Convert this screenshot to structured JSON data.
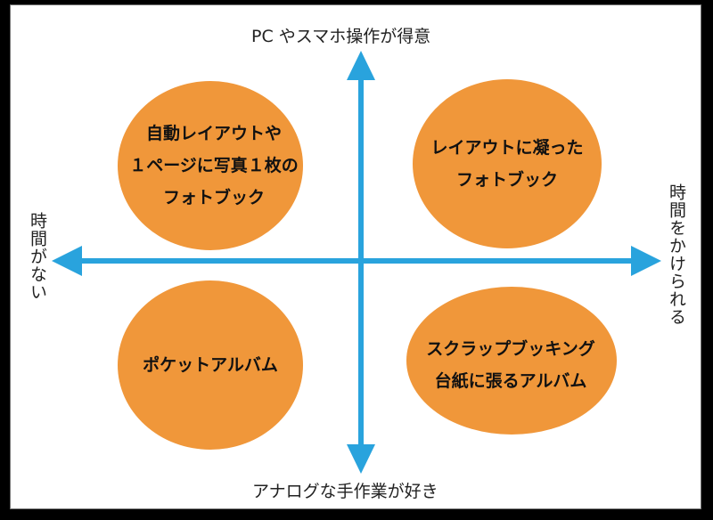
{
  "axes": {
    "top": "PC やスマホ操作が得意",
    "bottom": "アナログな手作業が好き",
    "left": "時間がない",
    "right": "時間をかけられる"
  },
  "quadrants": {
    "top_left": [
      "自動レイアウトや",
      "１ページに写真１枚の",
      "フォトブック"
    ],
    "top_right": [
      "レイアウトに凝った",
      "フォトブック"
    ],
    "bottom_left": [
      "ポケットアルバム"
    ],
    "bottom_right": [
      "スクラップブッキング",
      "台紙に張るアルバム"
    ]
  },
  "colors": {
    "bubble": "#F0973A",
    "axis": "#29A3DD"
  }
}
